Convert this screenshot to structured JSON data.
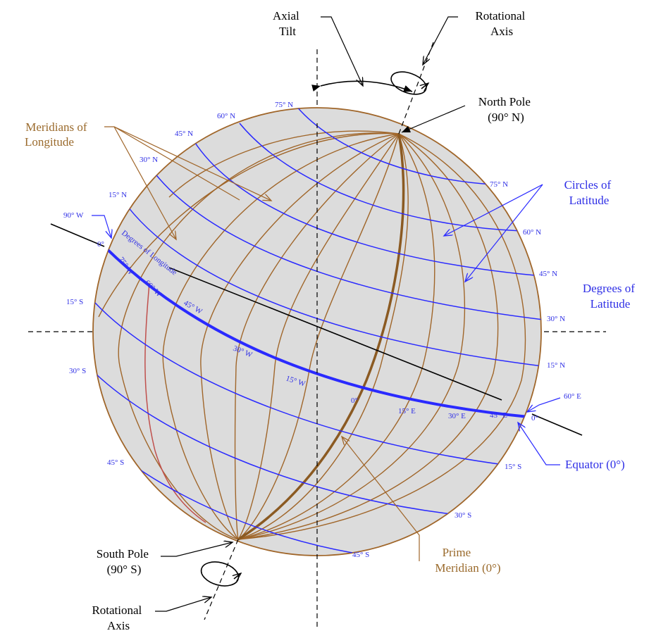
{
  "labels": {
    "axial_tilt": [
      "Axial",
      "Tilt"
    ],
    "rotational_axis_top": [
      "Rotational",
      "Axis"
    ],
    "north_pole": [
      "North Pole",
      "(90° N)"
    ],
    "meridians": [
      "Meridians of",
      "Longitude"
    ],
    "circles_latitude": [
      "Circles of",
      "Latitude"
    ],
    "degrees_latitude": [
      "Degrees of",
      "Latitude"
    ],
    "equator": "Equator (0°)",
    "prime_meridian": [
      "Prime",
      "Meridian (0°)"
    ],
    "south_pole": [
      "South Pole",
      "(90° S)"
    ],
    "rotational_axis_bottom": [
      "Rotational",
      "Axis"
    ],
    "degrees_longitude": "Degrees of Longitude"
  },
  "latitude_ticks": {
    "north_left": [
      "75° N",
      "60° N",
      "45° N",
      "30° N",
      "15° N"
    ],
    "north_right": [
      "75° N",
      "60° N",
      "45° N",
      "30° N",
      "15° N"
    ],
    "south_left": [
      "15° S",
      "30° S",
      "45° S"
    ],
    "south_right": [
      "15° S",
      "30° S",
      "45° S"
    ]
  },
  "longitude_ticks": {
    "west": [
      "90° W",
      "0°",
      "75° W",
      "60° W",
      "45° W",
      "30° W",
      "15° W"
    ],
    "center": "0°",
    "east": [
      "15° E",
      "30° E",
      "45° E",
      "0°",
      "60° E"
    ]
  },
  "colors": {
    "globe_fill": "#dcdcdc",
    "meridian": "#a0662a",
    "prime_meridian": "#8b5a22",
    "latitude": "#2a2aff",
    "red_meridian": "#c0504d",
    "axis": "#000000"
  }
}
